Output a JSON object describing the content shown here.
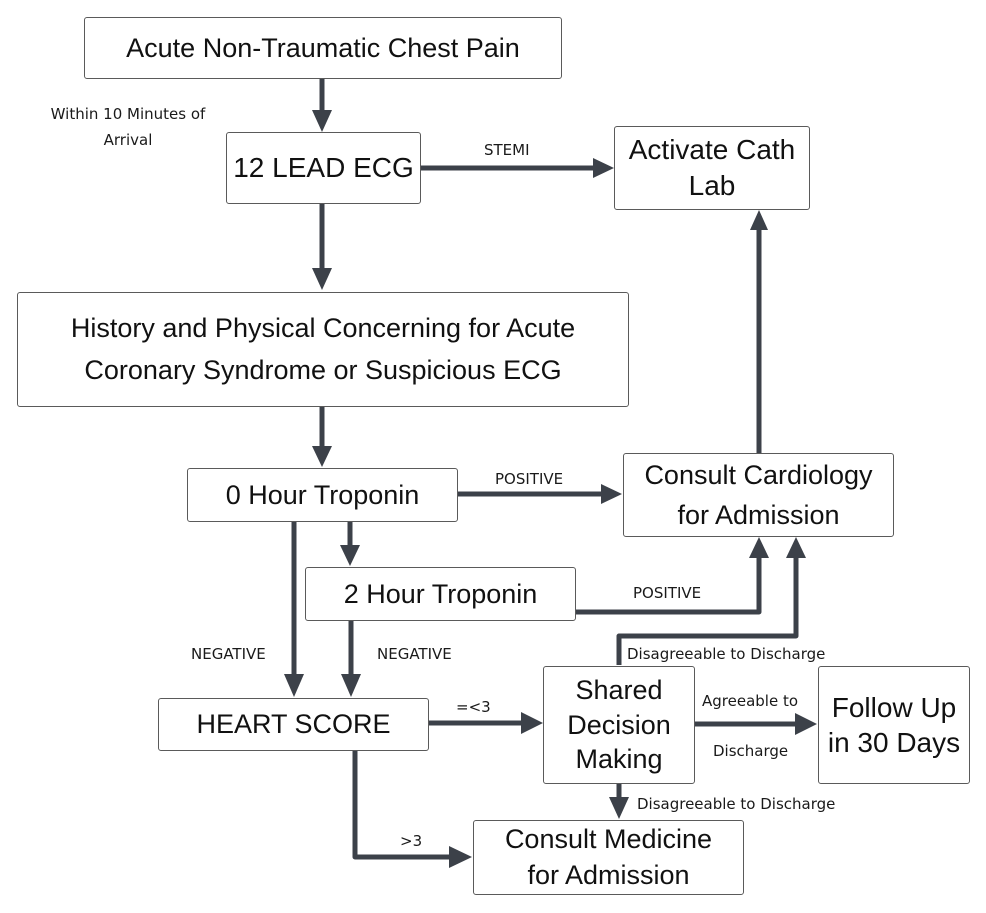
{
  "diagram": {
    "nodes": {
      "chest_pain": "Acute Non-Traumatic Chest Pain",
      "ecg": "12 LEAD ECG",
      "cath_lab": "Activate Cath Lab",
      "history": "History and Physical Concerning for Acute Coronary Syndrome or Suspicious ECG",
      "trop0": "0 Hour Troponin",
      "trop2": "2 Hour Troponin",
      "cardiology": "Consult Cardiology for Admission",
      "heart_score": "HEART SCORE",
      "shared_decision": "Shared Decision Making",
      "follow_up": "Follow Up in 30 Days",
      "medicine": "Consult Medicine for Admission"
    },
    "edge_labels": {
      "within_10_line1": "Within 10 Minutes of",
      "within_10_line2": "Arrival",
      "stemi": "STEMI",
      "positive_0h": "POSITIVE",
      "positive_2h": "POSITIVE",
      "negative_0h": "NEGATIVE",
      "negative_2h": "NEGATIVE",
      "le3": "=<3",
      "gt3": ">3",
      "agreeable_line1": "Agreeable to",
      "agreeable_line2": "Discharge",
      "disagree_up": "Disagreeable to Discharge",
      "disagree_down": "Disagreeable to Discharge"
    },
    "colors": {
      "connector": "#3c4149",
      "border": "#5a5a5a",
      "text": "#111111"
    }
  }
}
